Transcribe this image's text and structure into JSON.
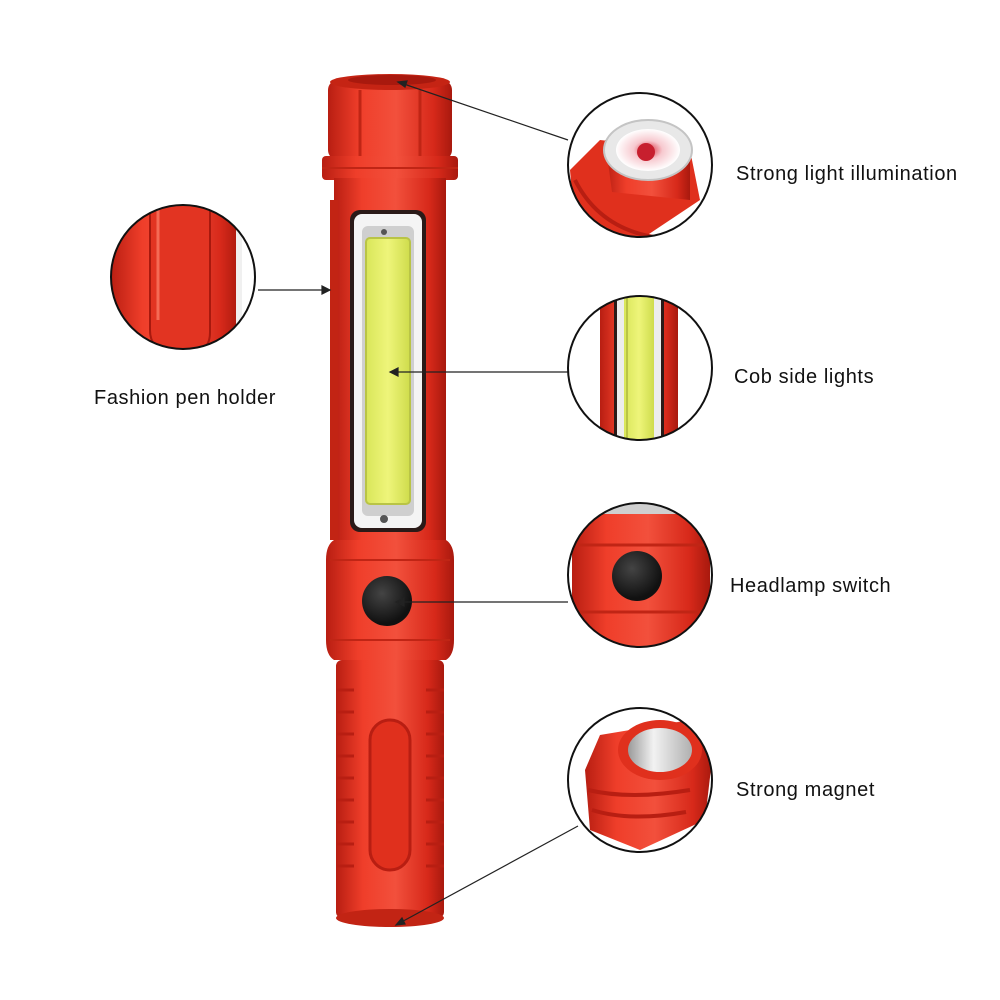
{
  "callouts": {
    "strong_light": "Strong light illumination",
    "pen_holder": "Fashion pen holder",
    "cob_lights": "Cob side lights",
    "switch": "Headlamp switch",
    "magnet": "Strong magnet"
  },
  "colors": {
    "body_red": "#e8301f",
    "body_red_dark": "#b81e12",
    "body_red_light": "#f45a45",
    "cob_yellow": "#e2ee5a",
    "switch_black": "#1a1a1a",
    "magnet_silver": "#dcdcdc",
    "line": "#222222"
  }
}
